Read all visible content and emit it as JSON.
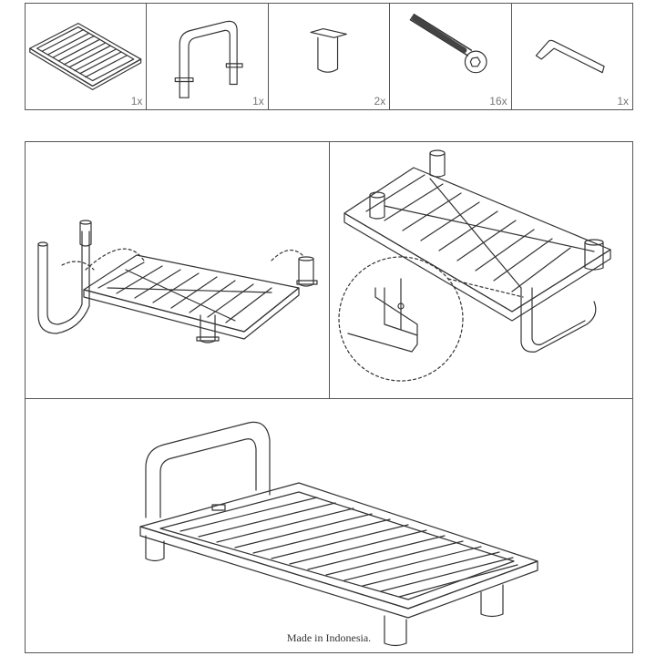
{
  "parts": [
    {
      "name": "bed-deck",
      "icon": "slatted-deck-icon",
      "qty": "1x"
    },
    {
      "name": "headboard-frame",
      "icon": "u-frame-icon",
      "qty": "1x"
    },
    {
      "name": "leg",
      "icon": "leg-icon",
      "qty": "2x"
    },
    {
      "name": "bolt",
      "icon": "bolt-icon",
      "qty": "16x"
    },
    {
      "name": "allen-key",
      "icon": "allen-key-icon",
      "qty": "1x"
    }
  ],
  "footer": "Made in Indonesia."
}
